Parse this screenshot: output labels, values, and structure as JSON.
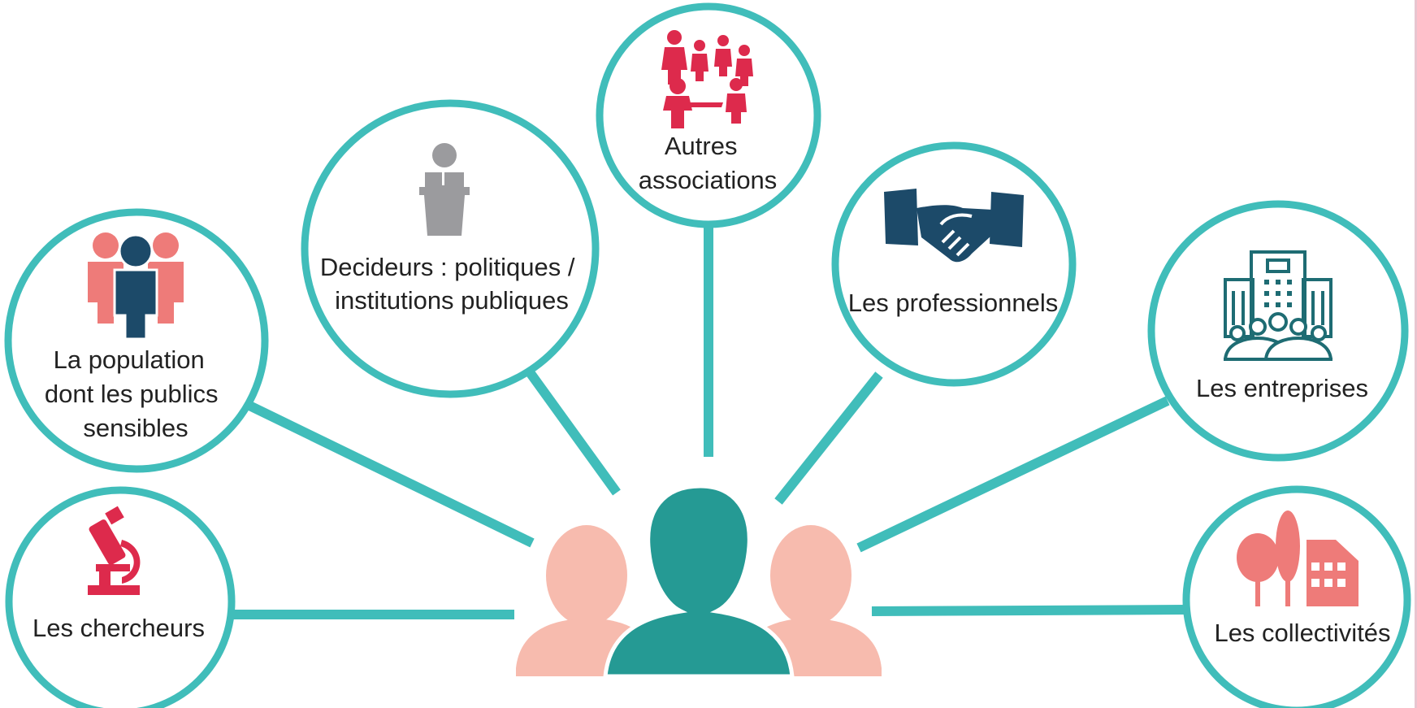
{
  "colors": {
    "ring": "#40BDBA",
    "center_person": "#259A94",
    "side_people": "#F7BBAE",
    "red_icon": "#DD2A4C",
    "salmon_icon": "#EE7B79",
    "navy_icon": "#1C4A69",
    "gray_icon": "#9B9B9E",
    "teal_icon": "#1E6C73",
    "text": "#222222"
  },
  "center": {
    "icon": "group-people-icon"
  },
  "stakeholders": [
    {
      "id": "chercheurs",
      "icon": "microscope-icon",
      "lines": [
        "Les chercheurs"
      ]
    },
    {
      "id": "population",
      "icon": "population-icon",
      "lines": [
        "La population",
        "dont les publics",
        "sensibles"
      ]
    },
    {
      "id": "decideurs",
      "icon": "podium-speaker-icon",
      "lines": [
        "Decideurs : politiques /",
        "institutions publiques"
      ]
    },
    {
      "id": "associations",
      "icon": "family-circle-icon",
      "lines": [
        "Autres",
        "associations"
      ]
    },
    {
      "id": "professionnels",
      "icon": "handshake-icon",
      "lines": [
        "Les professionnels"
      ]
    },
    {
      "id": "entreprises",
      "icon": "company-building-icon",
      "lines": [
        "Les entreprises"
      ]
    },
    {
      "id": "collectivites",
      "icon": "town-trees-icon",
      "lines": [
        "Les collectivités"
      ]
    }
  ]
}
